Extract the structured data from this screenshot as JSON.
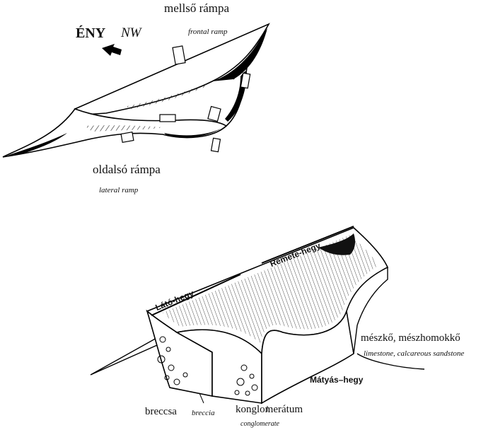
{
  "top_figure": {
    "frontal_ramp_hu": "mellső rámpa",
    "frontal_ramp_en": "frontal ramp",
    "direction_hu": "ÉNY",
    "direction_en": "NW",
    "lateral_ramp_hu": "oldalsó rámpa",
    "lateral_ramp_en": "lateral ramp"
  },
  "bottom_figure": {
    "ridge_1": "Látó-hegy",
    "ridge_2": "Remete-hegy",
    "ridge_3": "Mátyás–hegy",
    "rock_1_hu": "mészkő, mészhomokkő",
    "rock_1_en": "limestone, calcareous sandstone",
    "rock_2_hu": "breccsa",
    "rock_2_en": "breccia",
    "rock_3_hu": "konglomerátum",
    "rock_3_en": "conglomerate"
  }
}
